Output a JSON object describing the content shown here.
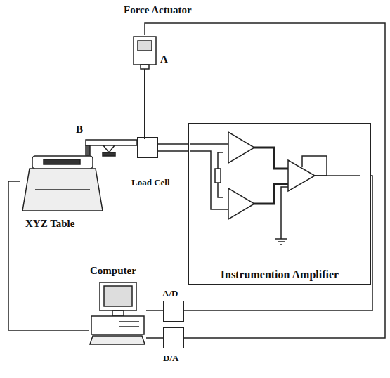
{
  "diagram": {
    "nodes": [
      {
        "text": [
          "Force Actuator"
        ]
      },
      {
        "text": [
          "Load Cell"
        ]
      },
      {
        "text": [
          "Instrumention Amplifier"
        ]
      },
      {
        "text": [
          "XYZ Table"
        ]
      },
      {
        "text": [
          "Computer"
        ]
      },
      {
        "text": [
          "A/D"
        ]
      },
      {
        "text": [
          "D/A"
        ]
      }
    ],
    "edges": [
      {
        "from": 1,
        "to": 2,
        "arrow": "none"
      },
      {
        "from": 2,
        "to": 5,
        "arrow": "none"
      },
      {
        "from": 5,
        "to": 4,
        "arrow": "none"
      },
      {
        "from": 4,
        "to": 6,
        "arrow": "none"
      },
      {
        "from": 6,
        "to": 0,
        "arrow": "none"
      },
      {
        "from": 4,
        "to": 3,
        "arrow": "none"
      }
    ],
    "labels": [
      "A",
      "B"
    ]
  }
}
